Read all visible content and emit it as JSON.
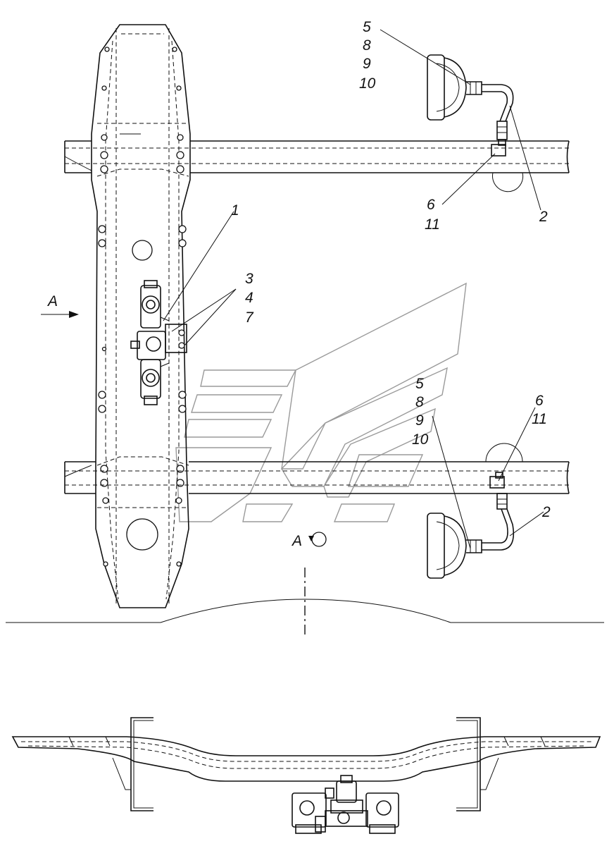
{
  "callouts": {
    "c1": "1",
    "c2_top": "2",
    "c2_bottom": "2",
    "c3": "3",
    "c4": "4",
    "c7": "7",
    "group_top": [
      "5",
      "8",
      "9",
      "10"
    ],
    "group_mid": [
      "5",
      "8",
      "9",
      "10"
    ],
    "pair_top": [
      "6",
      "11"
    ],
    "pair_bottom": [
      "6",
      "11"
    ]
  },
  "view": {
    "arrow_label": "A",
    "section_label": "A"
  }
}
